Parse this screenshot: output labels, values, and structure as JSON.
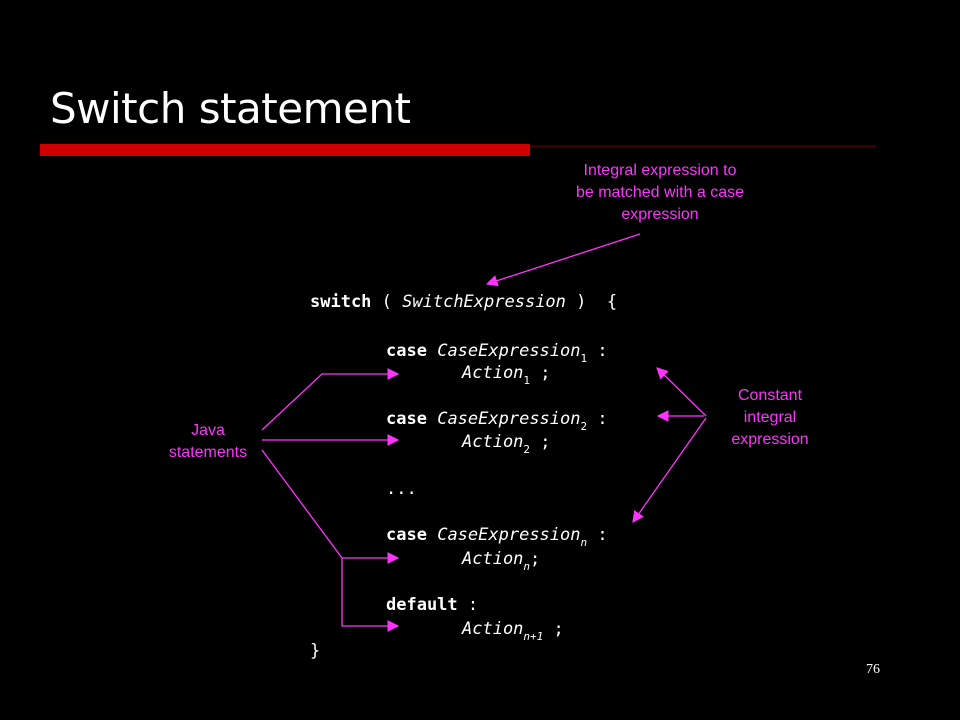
{
  "title": "Switch statement",
  "annotations": {
    "top": [
      "Integral expression to",
      "be matched with a case",
      "expression"
    ],
    "right": [
      "Constant",
      "integral",
      "expression"
    ],
    "left": [
      "Java",
      "statements"
    ]
  },
  "code": {
    "switch_kw": "switch",
    "switch_open": " ( ",
    "switch_expr": "SwitchExpression",
    "switch_close": " )  {",
    "case_kw": "case",
    "case_expr": "CaseExpression",
    "action": "Action",
    "colon": " :",
    "semicolon": " ;",
    "semicolon_tight": ";",
    "idx1": "1",
    "idx2": "2",
    "idxn": "n",
    "idxn1": "n+1",
    "ellipsis": "...",
    "default_kw": "default",
    "close_brace": "}"
  },
  "arrow_color": "#ff33ff",
  "title_bar_color": "#cc0000",
  "page_number": "76"
}
